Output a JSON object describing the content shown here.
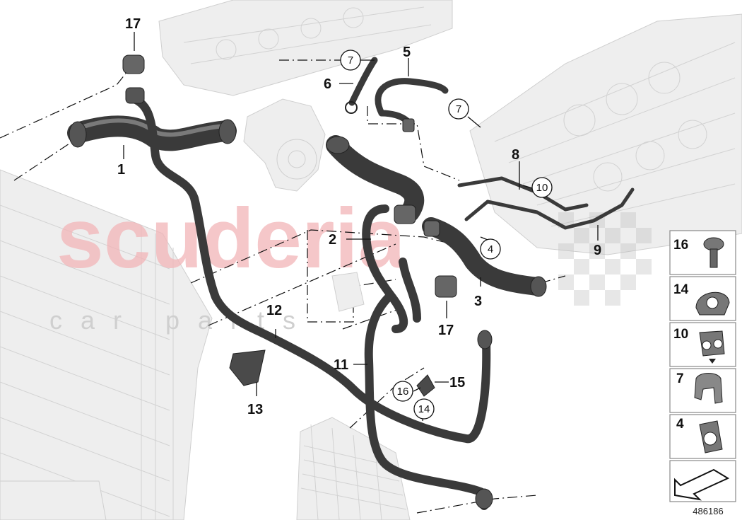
{
  "watermark": {
    "main": "scuderia",
    "sub": "car parts"
  },
  "callouts": {
    "c1": "1",
    "c2": "2",
    "c3": "3",
    "c5": "5",
    "c6": "6",
    "c8": "8",
    "c9": "9",
    "c11": "11",
    "c12": "12",
    "c13": "13",
    "c15": "15",
    "c17a": "17",
    "c17b": "17"
  },
  "circled": {
    "c4": "4",
    "c7a": "7",
    "c7b": "7",
    "c10": "10",
    "c14": "14",
    "c16": "16"
  },
  "legend": {
    "items": [
      "16",
      "14",
      "10",
      "7",
      "4"
    ]
  },
  "reference_number": "486186"
}
